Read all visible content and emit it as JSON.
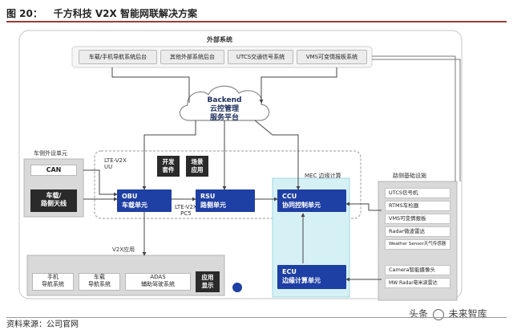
{
  "figure": {
    "number": "图 20：",
    "title": "千方科技 V2X 智能网联解决方案"
  },
  "external": {
    "title": "外部系统",
    "boxes": [
      "车载/手机导航系统后台",
      "其他外部系统后台",
      "UTCS交通信号系统",
      "VMS可变情报板系统"
    ]
  },
  "cloud": {
    "line1": "Backend",
    "line2": "云控管理",
    "line3": "服务平台"
  },
  "vehicle_unit": {
    "title": "车侧外设单元",
    "can": "CAN",
    "antenna_line1": "车载/",
    "antenna_line2": "路侧天线"
  },
  "core": {
    "lte_uu_1": "LTE-V2X",
    "lte_uu_2": "UU",
    "dev_line1": "开发",
    "dev_line2": "套件",
    "scene_line1": "场景",
    "scene_line2": "应用",
    "obu_name": "OBU",
    "obu_cn": "车载单元",
    "rsu_name": "RSU",
    "rsu_cn": "路侧单元",
    "pc5_1": "LTE-V2X",
    "pc5_2": "PC5",
    "mec": "MEC 边缘计算",
    "ccu_name": "CCU",
    "ccu_cn": "协同控制单元",
    "ecu_name": "ECU",
    "ecu_cn": "边缘计算单元"
  },
  "roadside": {
    "title": "路侧基础设施",
    "items": [
      "UTCS信号机",
      "RTMS车检器",
      "VMS可变情报板",
      "Radar微波雷达",
      "Weather Sensor天气传感器",
      "Camera智能摄像头",
      "MW Radar毫米波雷达"
    ]
  },
  "apps": {
    "title": "V2X应用",
    "nav_phone_1": "手机",
    "nav_phone_2": "导航系统",
    "nav_car_1": "车载",
    "nav_car_2": "导航系统",
    "adas_1": "ADAS",
    "adas_2": "辅助驾驶系统",
    "display_1": "应用",
    "display_2": "显示"
  },
  "footer": {
    "source": "资料来源：公司官网"
  },
  "watermark": {
    "prefix": "头条",
    "name": "未来智库"
  },
  "colors": {
    "blue": "#1e3fa3",
    "mec_fill": "#d6f1f6",
    "title_rule": "#9a3b3b"
  }
}
